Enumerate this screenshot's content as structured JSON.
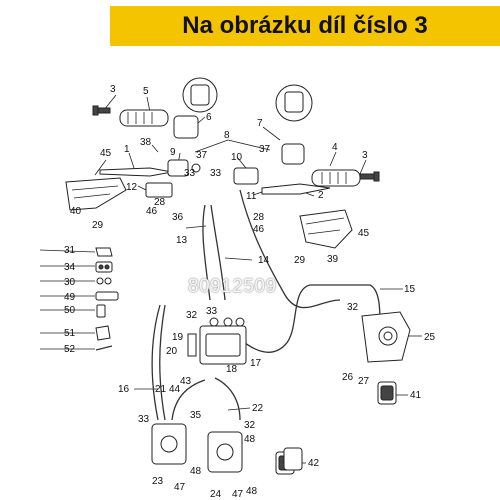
{
  "header": {
    "title": "Na obrázku díl číslo 3",
    "accent_color": "#f5c400"
  },
  "watermark": {
    "text": "80912509"
  },
  "diagram": {
    "labels": [
      "3",
      "5",
      "6",
      "7",
      "3",
      "4",
      "8",
      "1",
      "38",
      "9",
      "37",
      "10",
      "37",
      "2",
      "45",
      "12",
      "33",
      "33",
      "11",
      "40",
      "28",
      "46",
      "36",
      "29",
      "28",
      "46",
      "45",
      "29",
      "39",
      "13",
      "14",
      "31",
      "34",
      "30",
      "49",
      "50",
      "51",
      "52",
      "15",
      "32",
      "25",
      "32",
      "33",
      "19",
      "20",
      "43",
      "21",
      "44",
      "18",
      "17",
      "26",
      "27",
      "16",
      "41",
      "33",
      "35",
      "22",
      "23",
      "47",
      "48",
      "32",
      "48",
      "42",
      "24",
      "47",
      "48"
    ]
  }
}
